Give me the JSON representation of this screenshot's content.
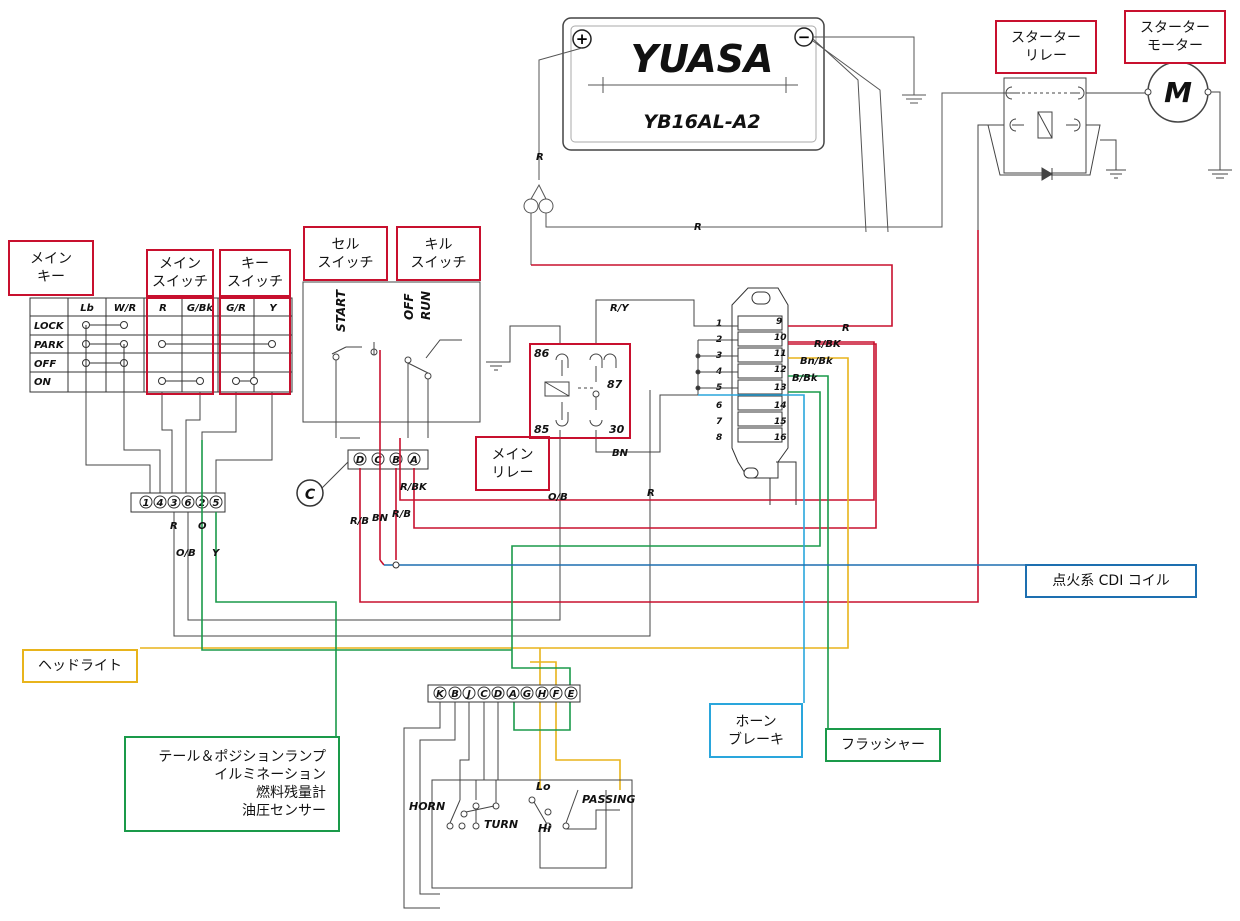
{
  "battery": {
    "brand": "YUASA",
    "model": "YB16AL-A2",
    "plus": "+",
    "minus": "−"
  },
  "callouts": {
    "main_key": "メイン\nキー",
    "main_switch": "メイン\nスイッチ",
    "key_switch": "キー\nスイッチ",
    "cell_switch": "セル\nスイッチ",
    "kill_switch": "キル\nスイッチ",
    "main_relay": "メイン\nリレー",
    "starter_relay": "スターター\nリレー",
    "starter_motor": "スターター\nモーター",
    "ignition": "点火系 CDI コイル",
    "headlight": "ヘッドライト",
    "tail_group": "テール＆ポジションランプ\nイルミネーション\n燃料残量計\n油圧センサー",
    "horn_brake": "ホーン\nブレーキ",
    "flasher": "フラッシャー"
  },
  "key_table": {
    "headers": [
      "Lb",
      "W/R",
      "R",
      "G/Bk",
      "G/R",
      "Y"
    ],
    "rows": [
      "LOCK",
      "PARK",
      "OFF",
      "ON"
    ]
  },
  "switch_labels": {
    "start": "START",
    "off": "OFF",
    "run": "RUN",
    "c": "C"
  },
  "connector_dcba": [
    "D",
    "C",
    "B",
    "A"
  ],
  "connector_main": [
    "1",
    "4",
    "3",
    "6",
    "2",
    "5"
  ],
  "connector_handle": [
    "K",
    "B",
    "J",
    "C",
    "D",
    "A",
    "G",
    "H",
    "F",
    "E"
  ],
  "relay_pins": {
    "p86": "86",
    "p87": "87",
    "p85": "85",
    "p30": "30"
  },
  "fuse_left": [
    "1",
    "2",
    "3",
    "4",
    "5",
    "6",
    "7",
    "8"
  ],
  "fuse_right": [
    "9",
    "10",
    "11",
    "12",
    "13",
    "14",
    "15",
    "16"
  ],
  "wire_labels": {
    "r": "R",
    "ry": "R/Y",
    "rbk": "R/BK",
    "bnbk": "Bn/Bk",
    "bbk": "B/Bk",
    "bn": "BN",
    "ob": "O/B",
    "rb": "R/B",
    "bn2": "BN",
    "o": "O",
    "y": "Y"
  },
  "handle_switch": {
    "horn": "HORN",
    "turn": "TURN",
    "lo": "Lo",
    "hi": "Hi",
    "passing": "PASSING"
  },
  "motor": "M"
}
